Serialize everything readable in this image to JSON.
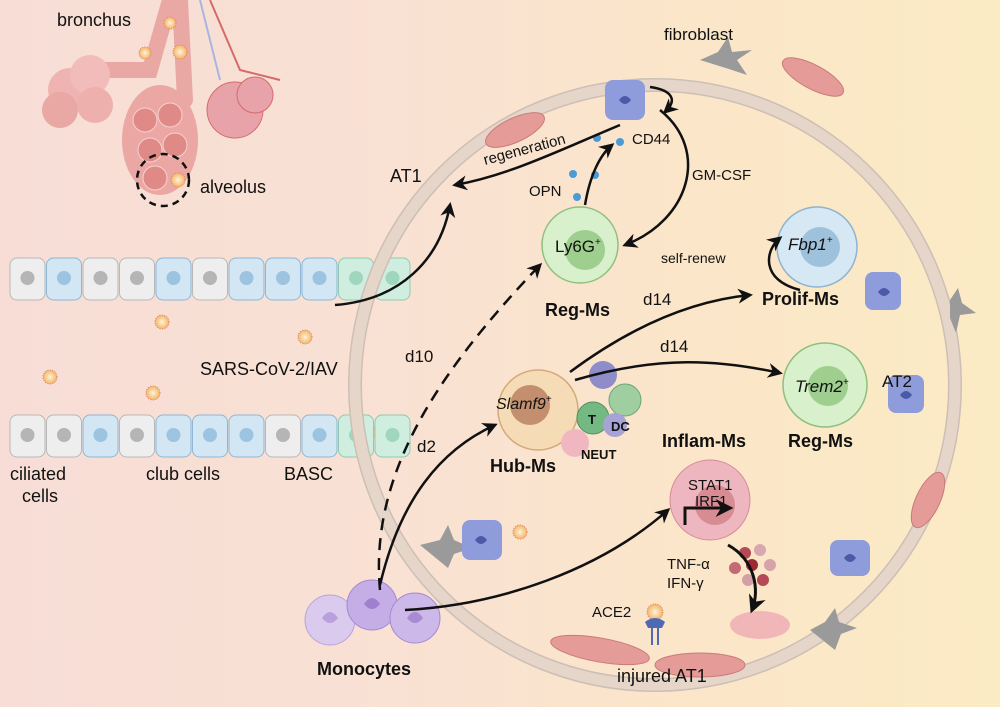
{
  "labels": {
    "bronchus": "bronchus",
    "alveolus": "alveolus",
    "fibroblast": "fibroblast",
    "at1": "AT1",
    "at2": "AT2",
    "regeneration": "regeneration",
    "cd44": "CD44",
    "opn": "OPN",
    "gmcsf": "GM-CSF",
    "virus": "SARS-CoV-2/IAV",
    "ciliated": "ciliated",
    "ciliated2": "cells",
    "club": "club cells",
    "basc": "BASC",
    "monocytes": "Monocytes",
    "injured_at1": "injured AT1",
    "ace2": "ACE2",
    "tnf": "TNF-α",
    "ifn": "IFN-γ",
    "stat1": "STAT1",
    "irf1": "IRF1",
    "self_renew": "self-renew",
    "d2": "d2",
    "d10": "d10",
    "d14a": "d14",
    "d14b": "d14"
  },
  "cells": {
    "ly6g": {
      "marker": "Ly6G",
      "sup": "+",
      "name": "Reg-Ms"
    },
    "fbp1": {
      "marker": "Fbp1",
      "sup": "+",
      "name": "Prolif-Ms"
    },
    "trem2": {
      "marker": "Trem2",
      "sup": "+",
      "name": "Reg-Ms"
    },
    "slamf9": {
      "marker": "Slamf9",
      "sup": "+",
      "name": "Hub-Ms"
    },
    "inflam": {
      "name": "Inflam-Ms",
      "t": "T",
      "dc": "DC",
      "neut": "NEUT"
    }
  },
  "colors": {
    "reg_ms": "#d8f0cc",
    "prolif_ms": "#d6e8f3",
    "hub_ms": "#f6dcb6",
    "macrophage": "#8e9cdb",
    "monocyte": "#c9b3e3",
    "at1_cell": "#e3d3c8",
    "injured_cell": "#e9a2a0",
    "virus": "#f5c27a"
  }
}
